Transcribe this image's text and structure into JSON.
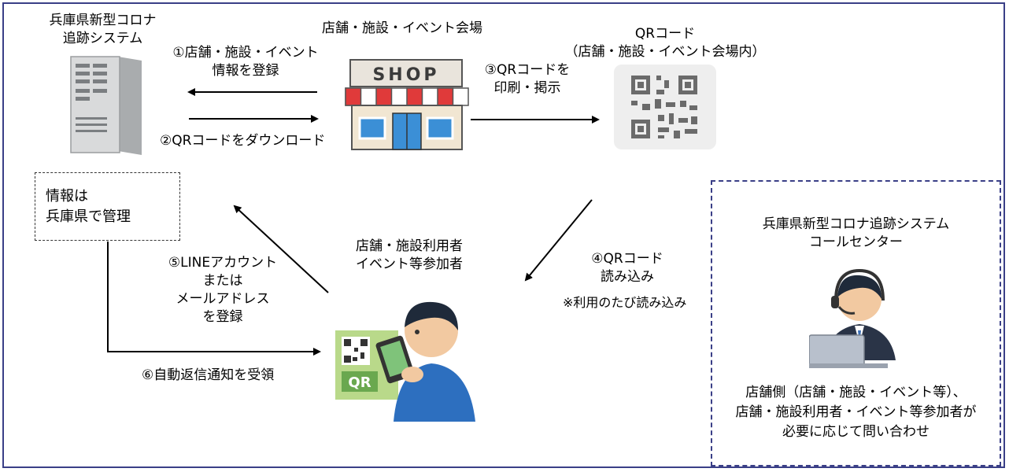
{
  "system": {
    "title_line1": "兵庫県新型コロナ",
    "title_line2": "追跡システム"
  },
  "venue": {
    "title": "店舗・施設・イベント会場",
    "shop_sign": "SHOP"
  },
  "qrcode": {
    "title_line1": "QRコード",
    "title_line2": "（店舗・施設・イベント会場内）"
  },
  "steps": {
    "step1_line1": "①店舗・施設・イベント",
    "step1_line2": "情報を登録",
    "step2": "②QRコードをダウンロード",
    "step3_line1": "③QRコードを",
    "step3_line2": "印刷・掲示",
    "step4_line1": "④QRコード",
    "step4_line2": "読み込み",
    "step4_note": "※利用のたび読み込み",
    "step5_line1": "⑤LINEアカウント",
    "step5_line2": "または",
    "step5_line3": "メールアドレス",
    "step5_line4": "を登録",
    "step6": "⑥自動返信通知を受領"
  },
  "info_box": {
    "line1": "情報は",
    "line2": "兵庫県で管理"
  },
  "user": {
    "line1": "店舗・施設利用者",
    "line2": "イベント等参加者",
    "qr_label": "QR"
  },
  "call_center": {
    "title_line1": "兵庫県新型コロナ追跡システム",
    "title_line2": "コールセンター",
    "desc_line1": "店舗側（店舗・施設・イベント等）、",
    "desc_line2": "店舗・施設利用者・イベント等参加者が",
    "desc_line3": "必要に応じて問い合わせ"
  },
  "colors": {
    "frame": "#3a3f87",
    "awning_red": "#e03a3a",
    "shop_blue": "#3b8fd6",
    "shirt": "#2d6fbf"
  }
}
